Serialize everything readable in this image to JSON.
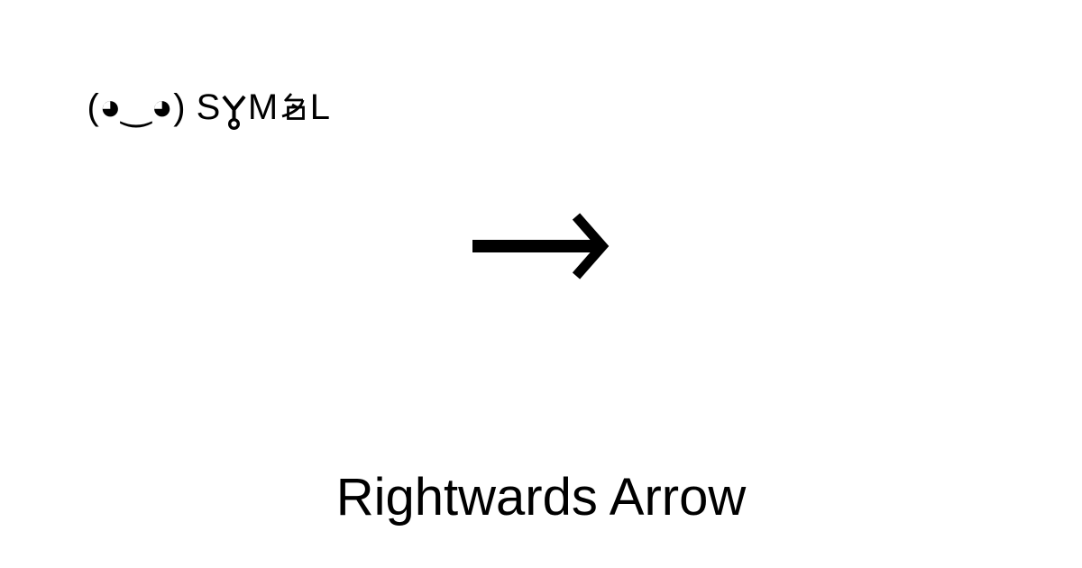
{
  "page": {
    "background_color": "#ffffff",
    "text_color": "#000000"
  },
  "logo": {
    "full_text": "(◕‿◕) SỾM名L",
    "face_and_s": "(◕‿◕) S",
    "y_loop_char": "Ỿ",
    "m_char": "M",
    "b_char": "名",
    "l_char": "L"
  },
  "symbol": {
    "name": "Rightwards Arrow",
    "character": "→"
  }
}
